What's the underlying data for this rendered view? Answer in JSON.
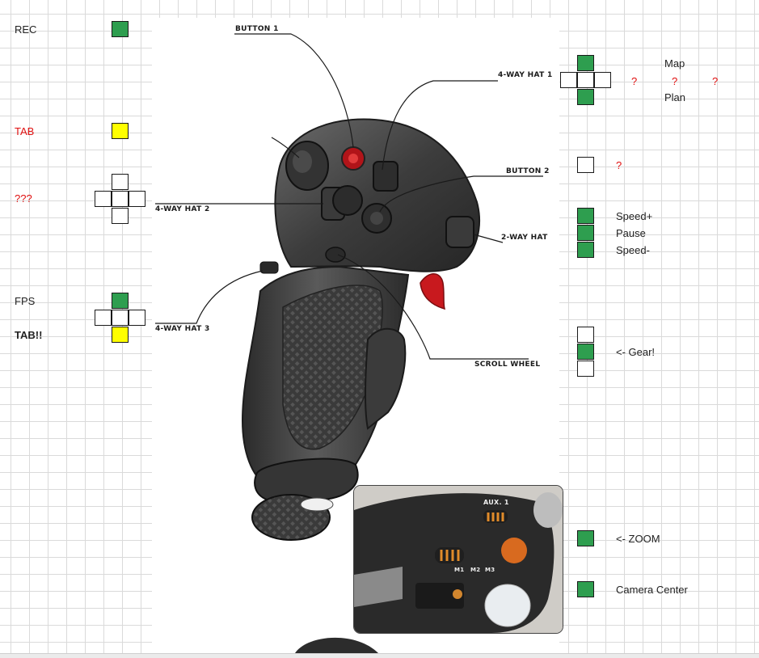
{
  "left": {
    "rec": "REC",
    "tab": "TAB",
    "qqq": "???",
    "fps": "FPS",
    "tab2": "TAB!!"
  },
  "right": {
    "map": "Map",
    "plan": "Plan",
    "q1": "?",
    "q2": "?",
    "q3": "?",
    "q4": "?",
    "speed_plus": "Speed+",
    "pause": "Pause",
    "speed_minus": "Speed-",
    "gear": "<- Gear!",
    "zoom": "<- ZOOM",
    "camera_center": "Camera Center"
  },
  "callouts": {
    "button1": "BUTTON 1",
    "hat1": "4-WAY HAT 1",
    "button2": "BUTTON 2",
    "hat2": "4-WAY HAT 2",
    "two_way": "2-WAY HAT",
    "hat3": "4-WAY HAT 3",
    "scroll": "SCROLL WHEEL"
  },
  "inset": {
    "aux": "AUX. 1",
    "m1": "M1",
    "m2": "M2",
    "m3": "M3"
  },
  "colors": {
    "green": "#2e9e4f",
    "yellow": "#ffff00",
    "red_text": "#e01010"
  }
}
